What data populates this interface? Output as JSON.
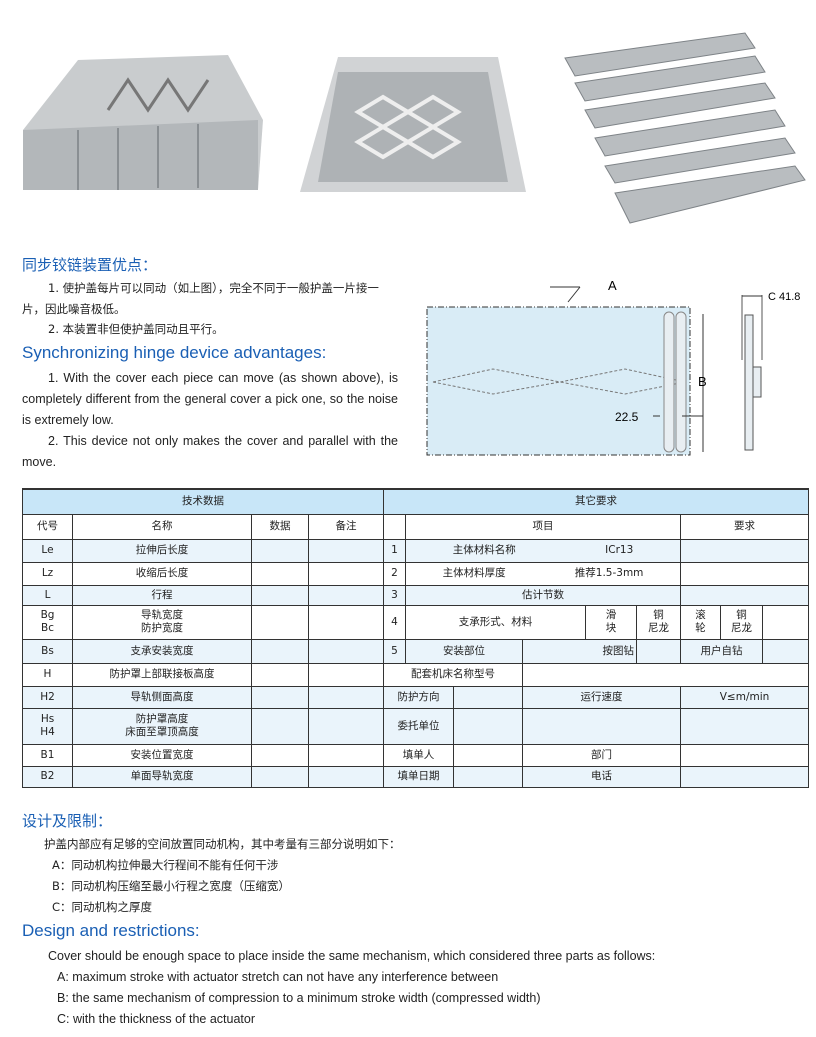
{
  "advantages": {
    "title_cn": "同步铰链装置优点：",
    "cn_1": "1. 使护盖每片可以同动（如上图），完全不同于一般护盖一片接一片，因此噪音极低。",
    "cn_2": "2. 本装置非但使护盖同动且平行。",
    "title_en": "Synchronizing hinge device advantages:",
    "en_1": "1. With the cover each piece can move (as shown above), is completely different from the general cover a pick one, so the noise is extremely low.",
    "en_2": "2. This device not only makes the cover and parallel with the move."
  },
  "diagram": {
    "label_a": "A",
    "label_b": "B",
    "label_c": "C 41.8",
    "dim": "22.5"
  },
  "table": {
    "left_title": "技术数据",
    "right_title": "其它要求",
    "left_headers": [
      "代号",
      "名称",
      "数据",
      "备注"
    ],
    "right_headers": [
      "项目",
      "要求"
    ],
    "left_rows": [
      {
        "code": "Le",
        "name": "拉伸后长度"
      },
      {
        "code": "Lz",
        "name": "收缩后长度"
      },
      {
        "code": "L",
        "name": "行程"
      },
      {
        "code": "Bg\nBc",
        "name": "导轨宽度\n防护宽度"
      },
      {
        "code": "Bs",
        "name": "支承安装宽度"
      },
      {
        "code": "H",
        "name": "防护罩上部联接板高度"
      },
      {
        "code": "H2",
        "name": "导轨侧面高度"
      },
      {
        "code": "Hs\nH4",
        "name": "防护罩高度\n床面至罩顶高度"
      },
      {
        "code": "B1",
        "name": "安装位置宽度"
      },
      {
        "code": "B2",
        "name": "单面导轨宽度"
      }
    ],
    "r1": {
      "n": "1",
      "item": "主体材料名称",
      "val": "ICr13"
    },
    "r2": {
      "n": "2",
      "item": "主体材料厚度",
      "val": "推荐1.5-3mm"
    },
    "r3": {
      "n": "3",
      "item": "估计节数"
    },
    "r4": {
      "n": "4",
      "item": "支承形式、材料",
      "o1": "滑\n块",
      "o2": "铜\n尼龙",
      "o3": "滚\n轮",
      "o4": "铜\n尼龙"
    },
    "r5": {
      "n": "5",
      "item": "安装部位",
      "o1": "按图钻",
      "o2": "用户自钻"
    },
    "machine": "配套机床名称型号",
    "direction": "防护方向",
    "speed": "运行速度",
    "speed_val": "V≤m/min",
    "client": "委托单位",
    "filler": "填单人",
    "dept": "部门",
    "date": "填单日期",
    "phone": "电话"
  },
  "design": {
    "title_cn": "设计及限制：",
    "intro_cn": "护盖内部应有足够的空间放置同动机构，其中考量有三部分说明如下：",
    "a_cn": "A：同动机构拉伸最大行程间不能有任何干涉",
    "b_cn": "B：同动机构压缩至最小行程之宽度（压缩宽）",
    "c_cn": "C：同动机构之厚度",
    "title_en": "Design and restrictions:",
    "intro_en": "Cover should be enough space to place inside the same mechanism, which considered three parts as follows:",
    "a_en": "A: maximum stroke with actuator stretch can not have any interference between",
    "b_en": "B: the same mechanism of compression to a minimum stroke width (compressed width)",
    "c_en": "C: with the thickness of the actuator"
  }
}
